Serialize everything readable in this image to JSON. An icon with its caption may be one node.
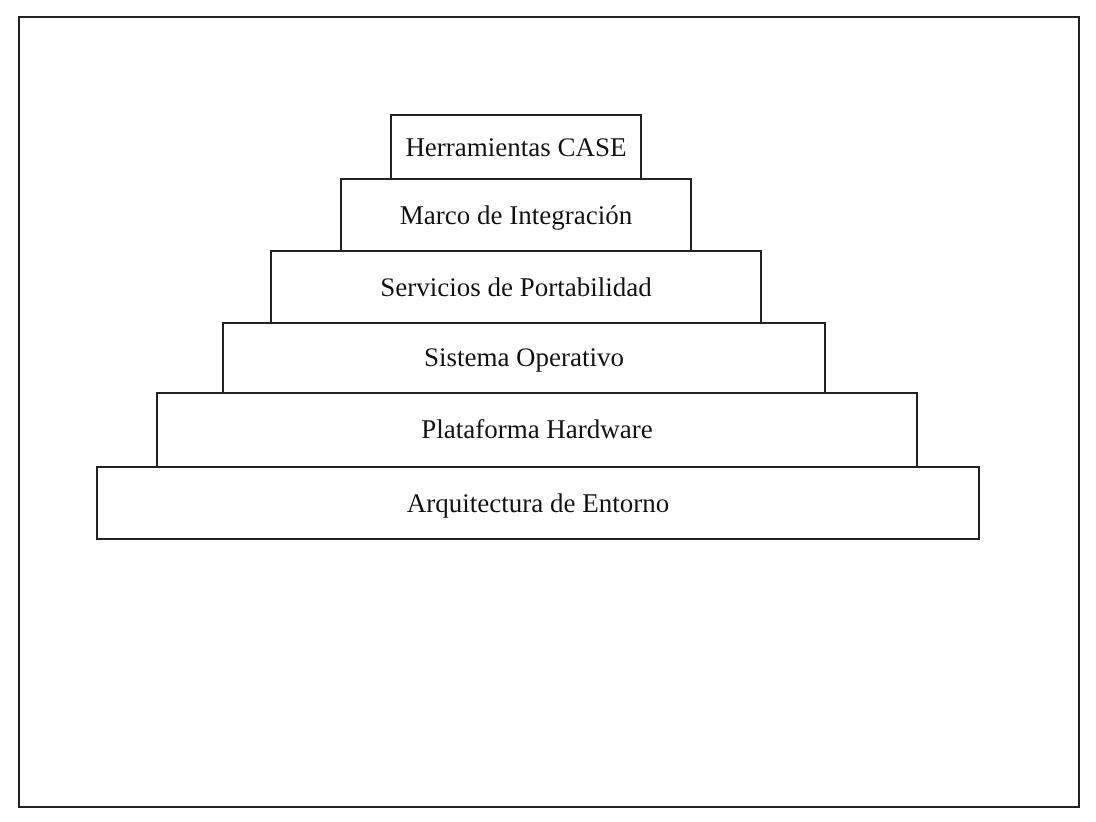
{
  "diagram": {
    "nodes": [
      {
        "text": [
          "Herramientas CASE"
        ]
      },
      {
        "text": [
          "Marco de Integración"
        ]
      },
      {
        "text": [
          "Servicios de Portabilidad"
        ]
      },
      {
        "text": [
          "Sistema Operativo"
        ]
      },
      {
        "text": [
          "Plataforma Hardware"
        ]
      },
      {
        "text": [
          "Arquitectura de Entorno"
        ]
      }
    ]
  }
}
